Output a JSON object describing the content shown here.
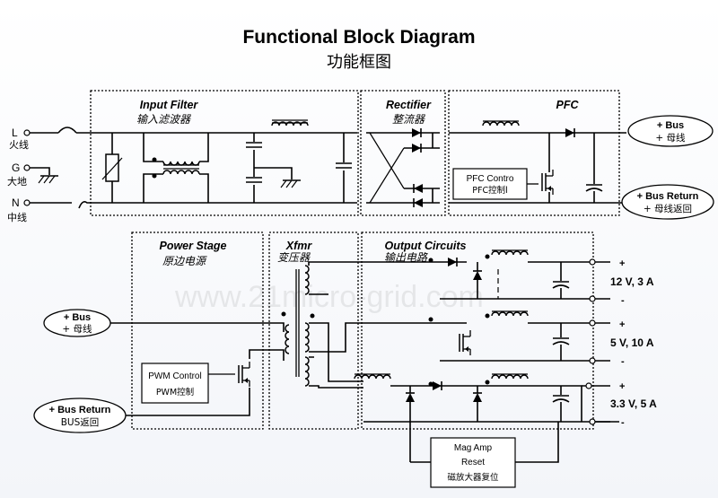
{
  "title": "Functional Block Diagram",
  "subtitle_cn": "功能框图",
  "watermark": "www.21micro-grid.com",
  "inputs": [
    {
      "pin": "L",
      "cn": "火线"
    },
    {
      "pin": "G",
      "cn": "大地"
    },
    {
      "pin": "N",
      "cn": "中线"
    }
  ],
  "blocks": {
    "input_filter": {
      "title": "Input Filter",
      "cn": "输入滤波器"
    },
    "rectifier": {
      "title": "Rectifier",
      "cn": "整流器"
    },
    "pfc": {
      "title": "PFC",
      "control": "PFC Contro",
      "control_cn": "PFC控制l"
    },
    "power_stage": {
      "title": "Power Stage",
      "cn": "原边电源",
      "control": "PWM Control",
      "control_cn": "PWM控制"
    },
    "xfmr": {
      "title": "Xfmr",
      "cn": "变压器"
    },
    "output_circuits": {
      "title": "Output Circuits",
      "cn": "输出电路"
    },
    "mag_amp": {
      "line1": "Mag Amp",
      "line2": "Reset",
      "cn": "磁放大器复位"
    }
  },
  "bus_labels": {
    "bus_out": {
      "en": "+ Bus",
      "cn": "+ 母线"
    },
    "bus_return_out": {
      "en": "+ Bus Return",
      "cn": "+ 母线返回"
    },
    "bus_in": {
      "en": "+ Bus",
      "cn": "+ 母线"
    },
    "bus_return_in": {
      "en": "+ Bus Return",
      "cn": "BUS返回"
    }
  },
  "outputs": [
    {
      "label": "12 V, 3 A",
      "plus": "+",
      "minus": "-"
    },
    {
      "label": "5 V, 10 A",
      "plus": "+",
      "minus": "-"
    },
    {
      "label": "3.3 V, 5 A",
      "plus": "+",
      "minus": "-"
    }
  ]
}
